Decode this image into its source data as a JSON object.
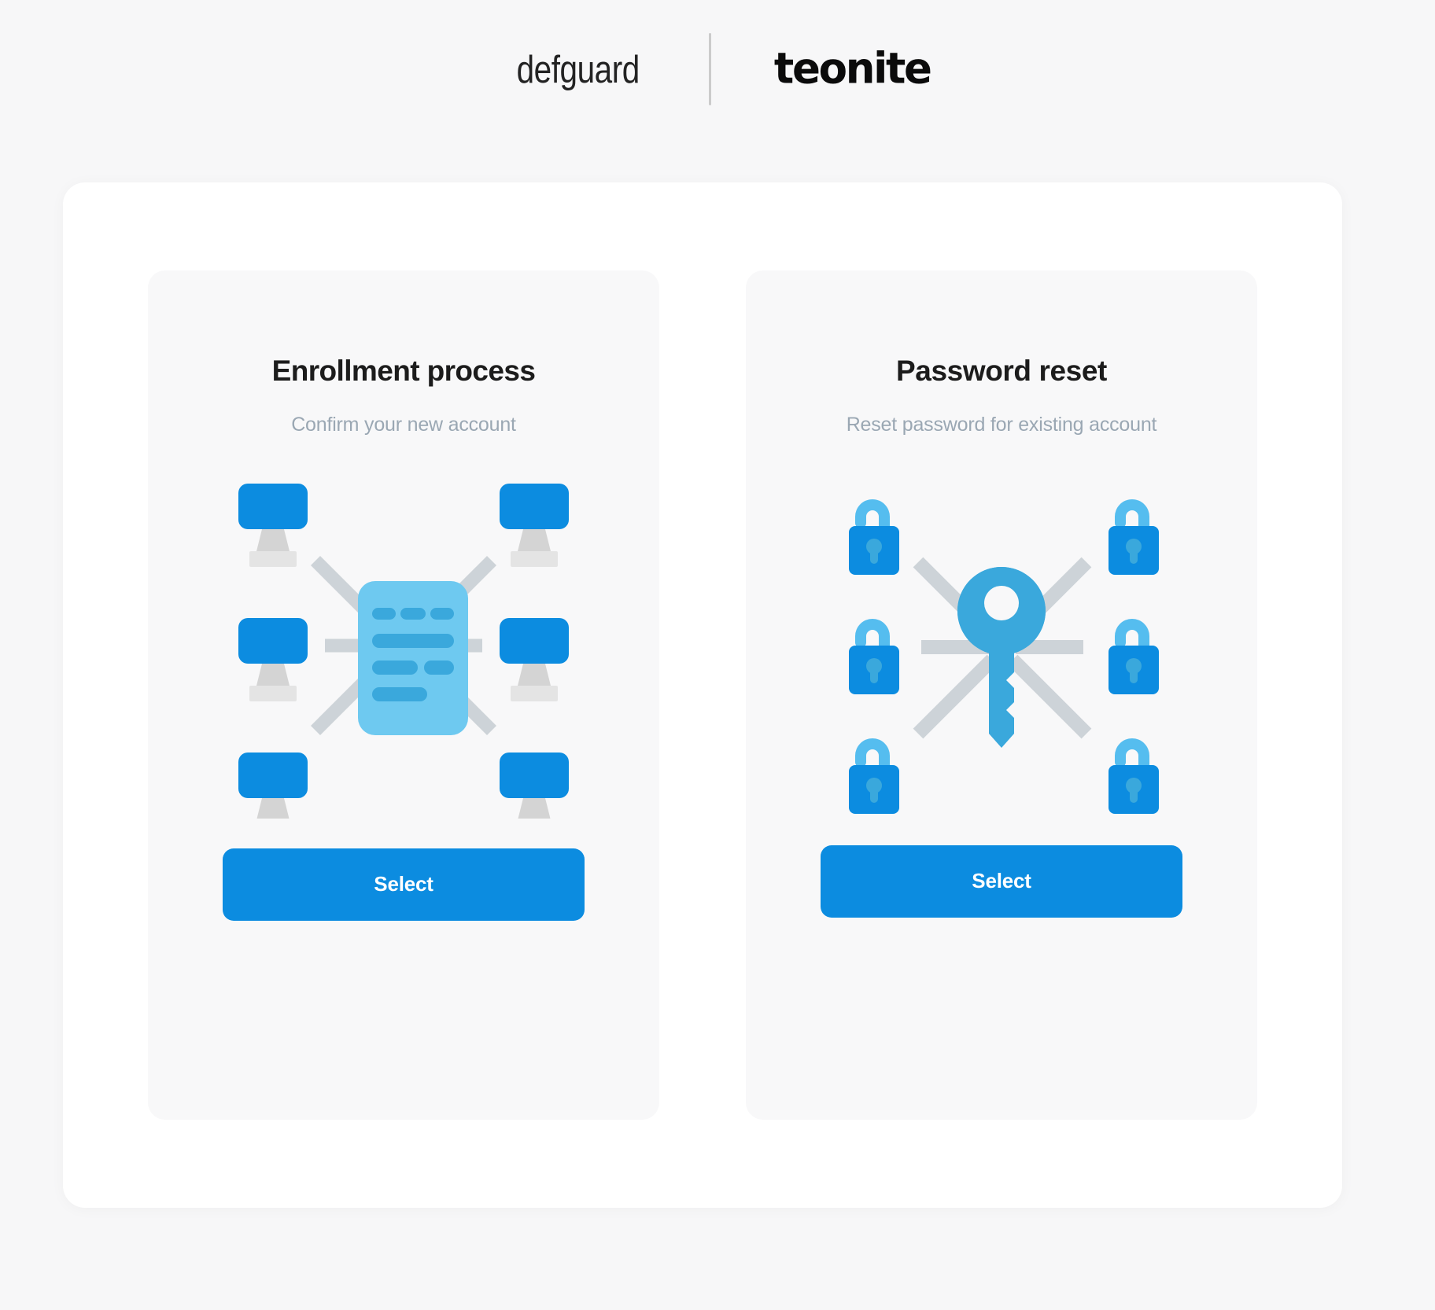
{
  "header": {
    "brand_left": "defguard",
    "brand_right": "teonite",
    "divider": "vertical-divider"
  },
  "colors": {
    "page_background": "#f7f7f8",
    "panel_background": "#ffffff",
    "card_background": "#f8f8f9",
    "accent_blue": "#0c8ce0",
    "accent_blue_light": "#4fb3e8",
    "accent_blue_pale": "#6ec9f0",
    "icon_gray": "#cdd3d8",
    "icon_gray_light": "#e2e2e2",
    "title_text": "#1c1c1c",
    "subtitle_text": "#9aa7b3",
    "button_text": "#ffffff"
  },
  "cards": [
    {
      "id": "enrollment",
      "title": "Enrollment process",
      "subtitle": "Confirm your new account",
      "illustration": "network-document-icon",
      "button_label": "Select"
    },
    {
      "id": "password-reset",
      "title": "Password reset",
      "subtitle": "Reset password for existing account",
      "illustration": "key-locks-icon",
      "button_label": "Select"
    }
  ]
}
